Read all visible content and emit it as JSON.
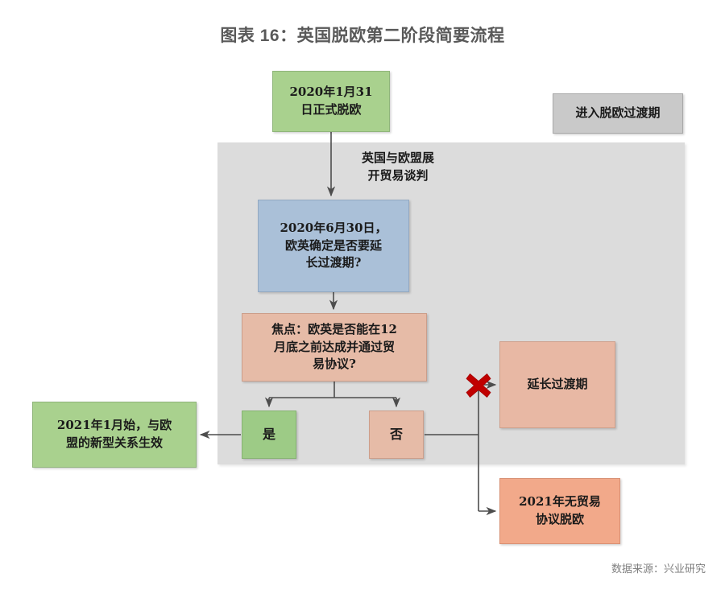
{
  "figure": {
    "title": "图表 16：英国脱欧第二阶段简要流程",
    "source_note": "数据来源：兴业研究"
  },
  "palette": {
    "green": "#a9d18e",
    "blue": "#aac0d8",
    "salmon_muted": "#e8b8a4",
    "salmon_strong": "#f2a98a",
    "panel_gray": "#dcdcdc",
    "label_gray": "#c9c9c9",
    "blocked_red": "#c00000",
    "connector": "#595959",
    "title_text": "#595959",
    "source_text": "#7f7f7f"
  },
  "panel": {
    "label": "进入脱欧过渡期"
  },
  "nodes": {
    "leave": "2020年1月31\n日正式脱欧",
    "decision_extend": "2020年6月30日，\n欧英确定是否要延\n长过渡期?",
    "focus_deal": "焦点：欧英是否能在12\n月底之前达成并通过贸\n易协议?",
    "yes": "是",
    "no": "否",
    "new_relation": "2021年1月始，与欧\n盟的新型关系生效",
    "extend_period": "延长过渡期",
    "no_deal_brexit": "2021年无贸易\n协议脱欧"
  },
  "annotations": {
    "trade_talks": "英国与欧盟展\n开贸易谈判"
  },
  "markers": {
    "blocked": "x-mark-icon"
  }
}
